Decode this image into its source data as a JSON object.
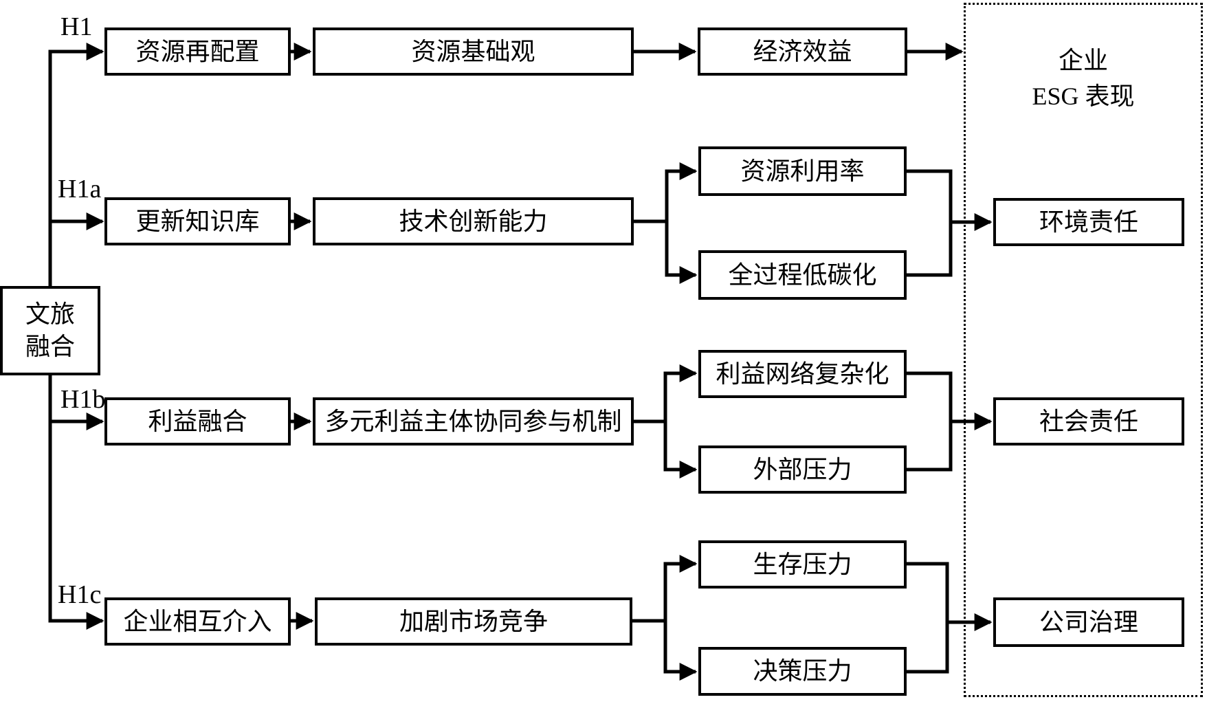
{
  "diagram": {
    "source": {
      "line1": "文旅",
      "line2": "融合"
    },
    "hypotheses": {
      "h1": "H1",
      "h1a": "H1a",
      "h1b": "H1b",
      "h1c": "H1c"
    },
    "esg_box": {
      "line1": "企业",
      "line2": "ESG 表现"
    },
    "nodes": {
      "r1c1": "资源再配置",
      "r1c2": "资源基础观",
      "r1c3": "经济效益",
      "r2c1": "更新知识库",
      "r2c2": "技术创新能力",
      "r2b1": "资源利用率",
      "r2b2": "全过程低碳化",
      "r2t": "环境责任",
      "r3c1": "利益融合",
      "r3c2": "多元利益主体协同参与机制",
      "r3b1": "利益网络复杂化",
      "r3b2": "外部压力",
      "r3t": "社会责任",
      "r4c1": "企业相互介入",
      "r4c2": "加剧市场竞争",
      "r4b1": "生存压力",
      "r4b2": "决策压力",
      "r4t": "公司治理"
    },
    "colors": {
      "line": "#000000",
      "background": "#ffffff"
    }
  }
}
